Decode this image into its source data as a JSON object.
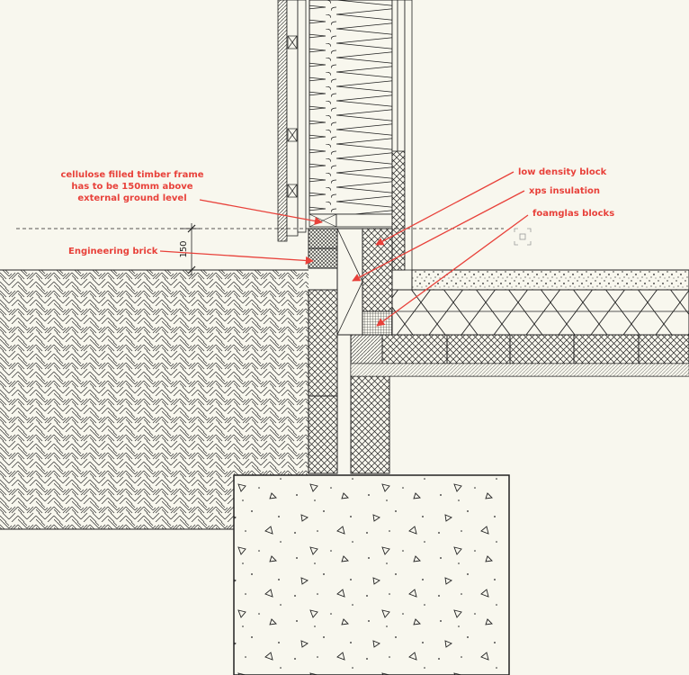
{
  "colors": {
    "background": "#f8f7ee",
    "line": "#1a1a1a",
    "annotation": "#e8413a"
  },
  "annotations": {
    "cellulose_line1": "cellulose filled timber frame",
    "cellulose_line2": "has to be 150mm above",
    "cellulose_line3": "external ground level",
    "engineering_brick": "Engineering brick",
    "low_density_block": "low density block",
    "xps_insulation": "xps insulation",
    "foamglas_blocks": "foamglas blocks"
  },
  "dimension": {
    "value": "150"
  }
}
